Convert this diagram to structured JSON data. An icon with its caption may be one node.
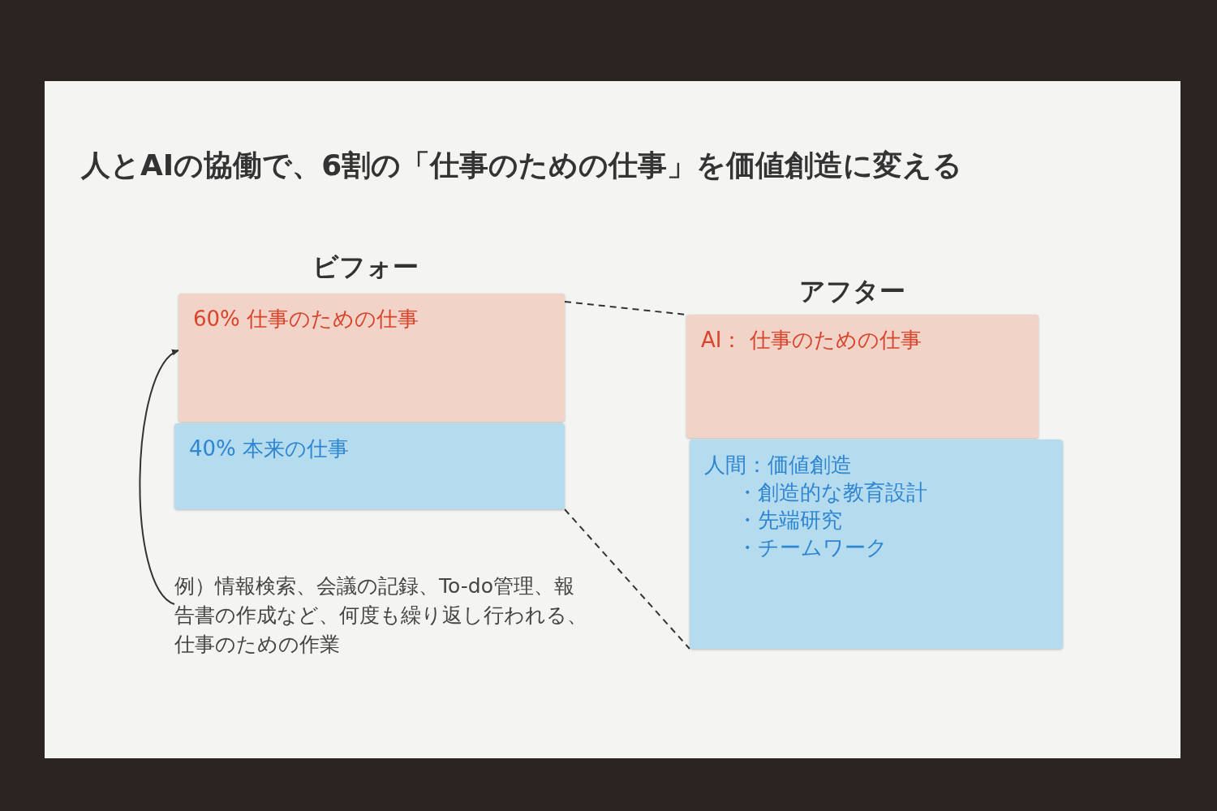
{
  "diagram": {
    "title": "人とAIの協働で、6割の「仕事のための仕事」を価値創造に変える",
    "nodes": [
      {
        "text": [
          "60% 仕事のための仕事"
        ]
      },
      {
        "text": [
          "40% 本来の仕事"
        ]
      },
      {
        "text": [
          "AI： 仕事のための仕事"
        ]
      },
      {
        "text": [
          "人間：価値創造",
          "・創造的な教育設計",
          "・先端研究",
          "・チームワーク"
        ]
      },
      {
        "text": [
          "例）情報検索、会議の記録、To-do管理、報告書の作成など、何度も繰り返し行われる、仕事のための作業"
        ]
      }
    ],
    "edges": [
      {
        "from": 4,
        "to": 0,
        "arrow": "to"
      },
      {
        "from": 0,
        "to": 2,
        "arrow": "none",
        "style": "dashed"
      },
      {
        "from": 1,
        "to": 3,
        "arrow": "none",
        "style": "dashed"
      }
    ],
    "labels": [
      "ビフォー",
      "アフター"
    ]
  }
}
